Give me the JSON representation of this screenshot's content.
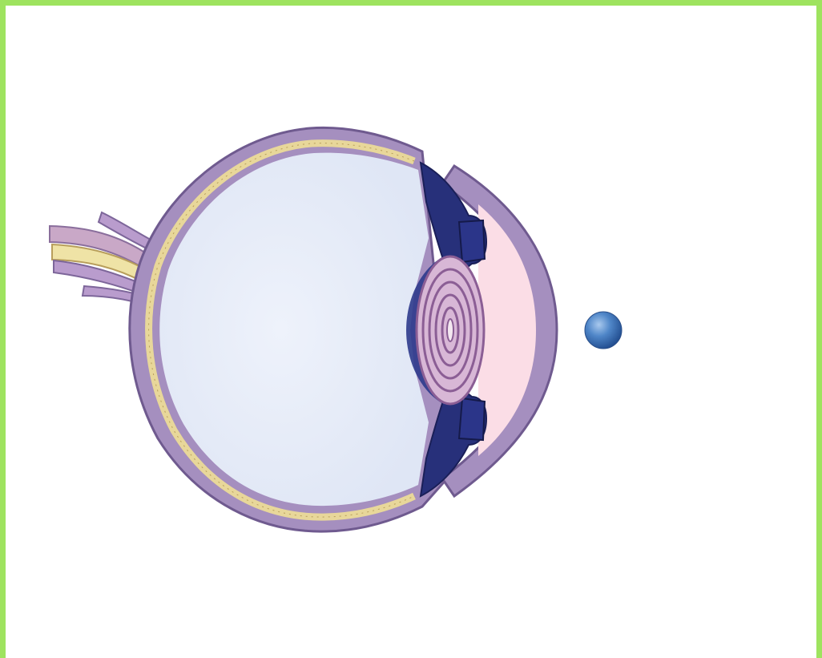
{
  "diagram": {
    "subject": "eye-cross-section",
    "colors": {
      "frame_border": "#9ee35f",
      "background": "#ffffff",
      "sclera": "#a58fbf",
      "sclera_outline": "#6f5a8f",
      "choroid": "#e8d79a",
      "vitreous": "#e6ebf7",
      "iris_ciliary": "#27307a",
      "lens": "#d8b7d6",
      "lens_rings": "#8b5e95",
      "cornea_chamber": "#fbdde6",
      "object_ball": "#3f74b8"
    },
    "parts": [
      "optic-nerve",
      "sclera",
      "choroid",
      "vitreous-body",
      "ciliary-body",
      "iris",
      "lens",
      "cornea",
      "anterior-chamber",
      "object"
    ]
  }
}
